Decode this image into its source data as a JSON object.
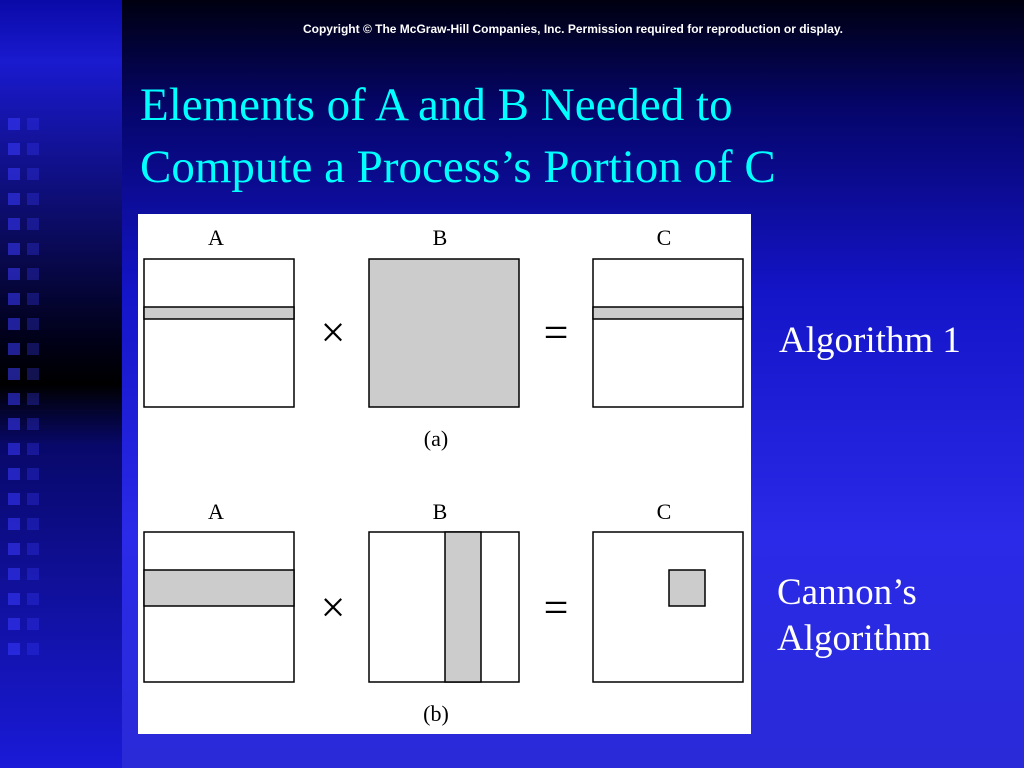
{
  "copyright": "Copyright © The McGraw-Hill Companies, Inc. Permission required for reproduction or display.",
  "title": {
    "line1": "Elements of A and B Needed to",
    "line2": "Compute a Process’s Portion of C"
  },
  "figure": {
    "panel_a": {
      "labels": {
        "a": "A",
        "b": "B",
        "c": "C"
      },
      "times": "×",
      "equals": "=",
      "caption": "(a)"
    },
    "panel_b": {
      "labels": {
        "a": "A",
        "b": "B",
        "c": "C"
      },
      "times": "×",
      "equals": "=",
      "caption": "(b)"
    }
  },
  "labels": {
    "algorithm1": "Algorithm 1",
    "cannon_line1": "Cannon’s",
    "cannon_line2": "Algorithm"
  },
  "colors": {
    "title": "#00ffff",
    "shade": "#cccccc",
    "text": "#ffffff"
  }
}
